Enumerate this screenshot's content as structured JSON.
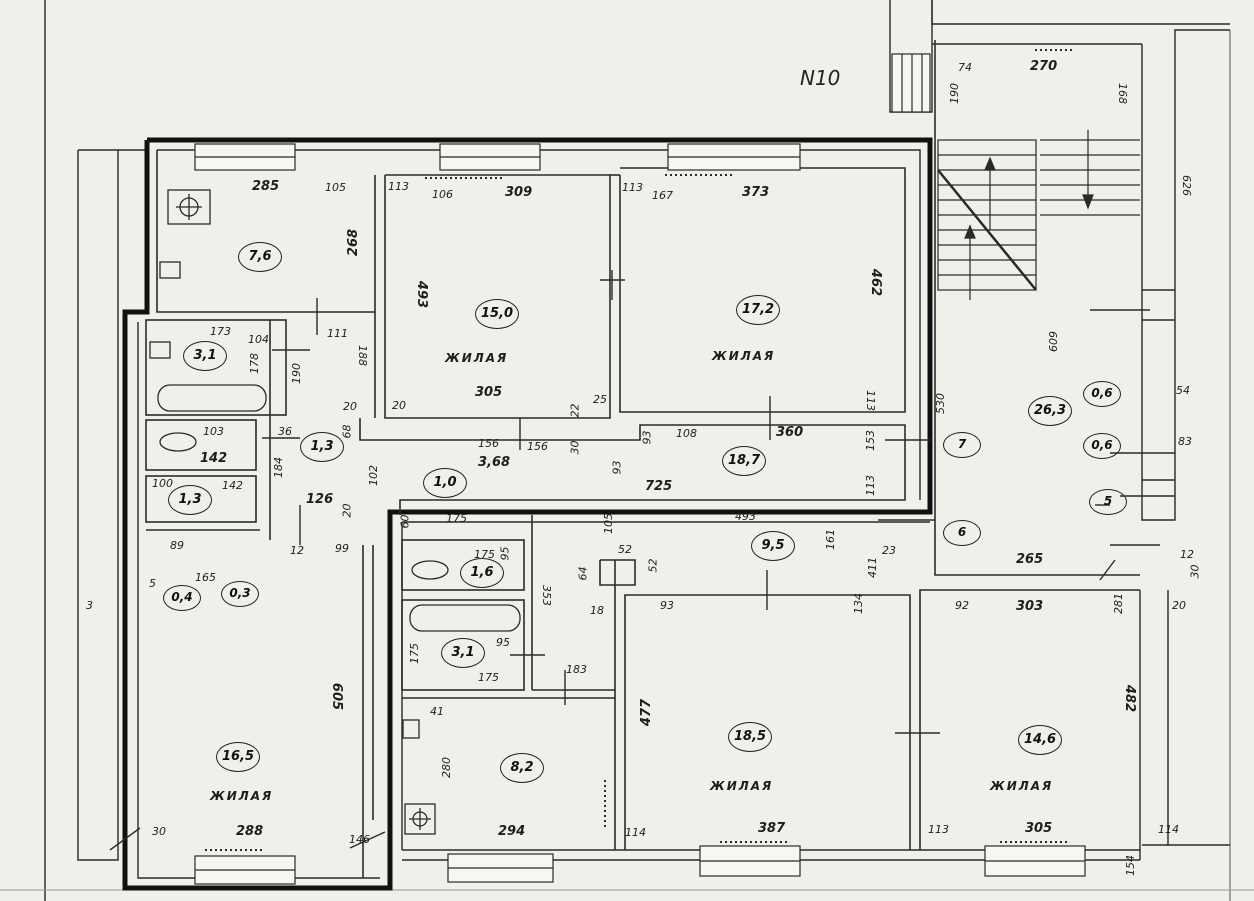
{
  "plan": {
    "sheet_number": "N10",
    "room_label": "ЖИЛАЯ",
    "areas": {
      "a7_6": "7,6",
      "a15_0": "15,0",
      "a17_2": "17,2",
      "a3_1a": "3,1",
      "a1_3a": "1,3",
      "a1_3b": "1,3",
      "a1_0": "1,0",
      "a18_7": "18,7",
      "a9_5": "9,5",
      "a1_6": "1,6",
      "a3_1b": "3,1",
      "a0_4": "0,4",
      "a0_3": "0,3",
      "a16_5": "16,5",
      "a8_2": "8,2",
      "a18_5": "18,5",
      "a14_6": "14,6",
      "a26_3": "26,3",
      "a0_6a": "0,6",
      "a0_6b": "0,6",
      "n7": "7",
      "n6": "6",
      "n5": "5"
    },
    "dimensions": {
      "d285": "285",
      "d105": "105",
      "d113a": "113",
      "d106": "106",
      "d309": "309",
      "d113b": "113",
      "d167": "167",
      "d373": "373",
      "d268": "268",
      "d493": "493",
      "d462": "462",
      "d173": "173",
      "d104": "104",
      "d111": "111",
      "d178": "178",
      "d190": "190",
      "d188": "188",
      "d20a": "20",
      "d20b": "20",
      "d305a": "305",
      "d22": "22",
      "d25": "25",
      "d103": "103",
      "d36": "36",
      "d68": "68",
      "d142a": "142",
      "d100": "100",
      "d142b": "142",
      "d184": "184",
      "d102": "102",
      "d126": "126",
      "d93a": "93",
      "d20c": "20",
      "d60": "60",
      "d156": "156",
      "d3_68": "3,68",
      "d30a": "30",
      "d108": "108",
      "d360": "360",
      "d113c": "113",
      "d153": "153",
      "d93b": "93",
      "d725": "725",
      "d113d": "113",
      "d175a": "175",
      "d493b": "493",
      "d105b": "105",
      "d52a": "52",
      "d52b": "52",
      "d161": "161",
      "d23": "23",
      "d411": "411",
      "d89": "89",
      "d165": "165",
      "d12": "12",
      "d99": "99",
      "d175b": "175",
      "d95": "95",
      "d353": "353",
      "d64": "64",
      "d18": "18",
      "d175c": "175",
      "d175d": "175",
      "d95b": "95",
      "d183": "183",
      "d93c": "93",
      "d134": "134",
      "d92": "92",
      "d303": "303",
      "d281": "281",
      "d605": "605",
      "d477": "477",
      "d482": "482",
      "d41": "41",
      "d280": "280",
      "d30b": "30",
      "d288": "288",
      "d146": "146",
      "d294": "294",
      "d114a": "114",
      "d387": "387",
      "d113e": "113",
      "d305b": "305",
      "d114b": "114",
      "d154": "154",
      "d74": "74",
      "d270": "270",
      "d190b": "190",
      "d168": "168",
      "d626": "626",
      "d530": "530",
      "d609": "609",
      "d265": "265",
      "d12b": "12",
      "d30c": "30",
      "d20d": "20",
      "d54": "54",
      "d83": "83",
      "d5": "5",
      "d3": "3"
    }
  }
}
